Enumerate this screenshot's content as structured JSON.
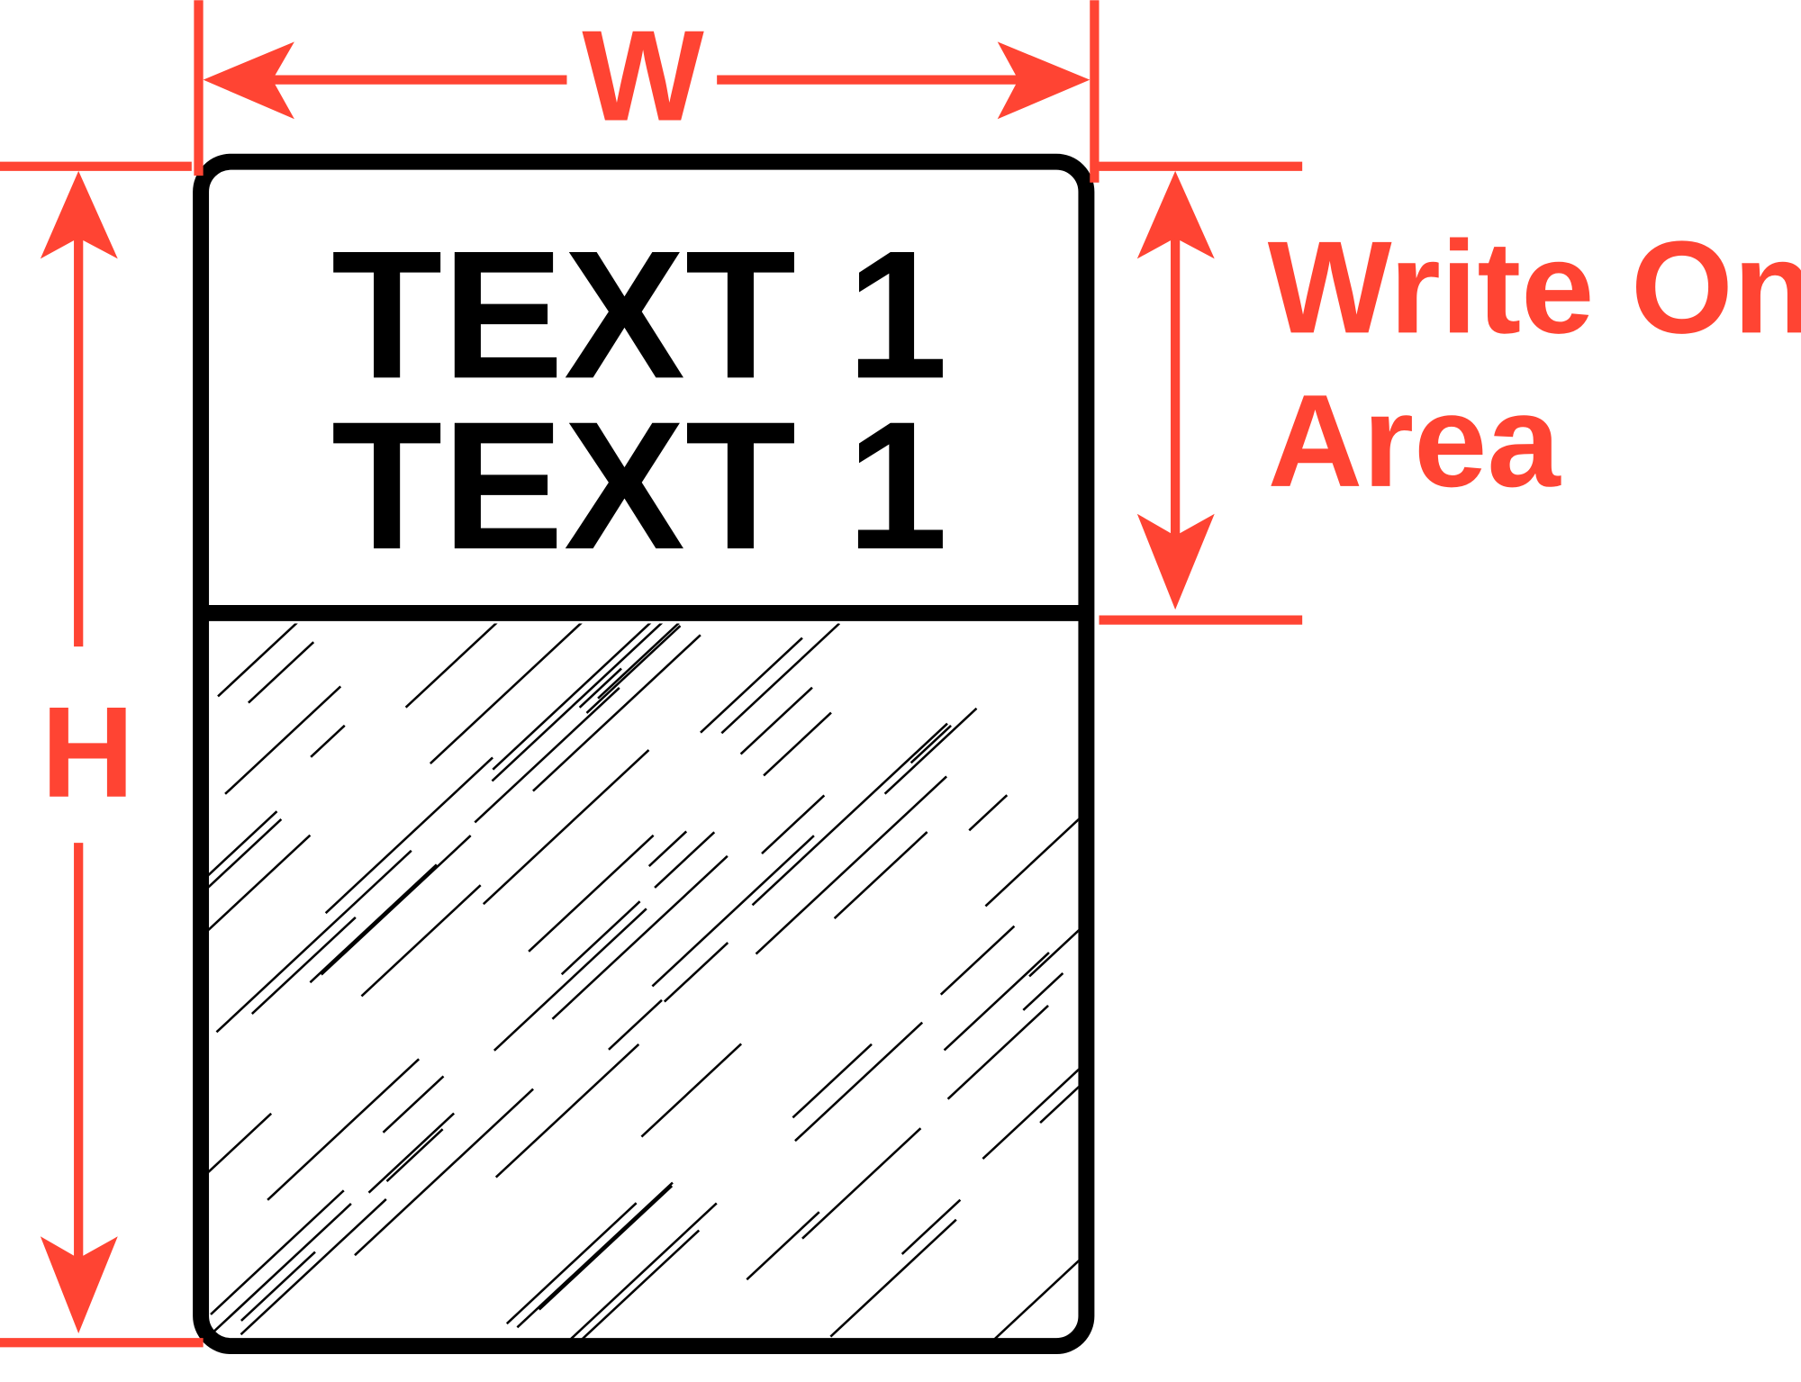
{
  "dimensions": {
    "width_label": "W",
    "height_label": "H",
    "write_on_area_line1": "Write On",
    "write_on_area_line2": "Area"
  },
  "label": {
    "text_line1": "TEXT 1",
    "text_line2": "TEXT 1"
  },
  "colors": {
    "dimension": "#FF4433",
    "outline": "#000000"
  }
}
